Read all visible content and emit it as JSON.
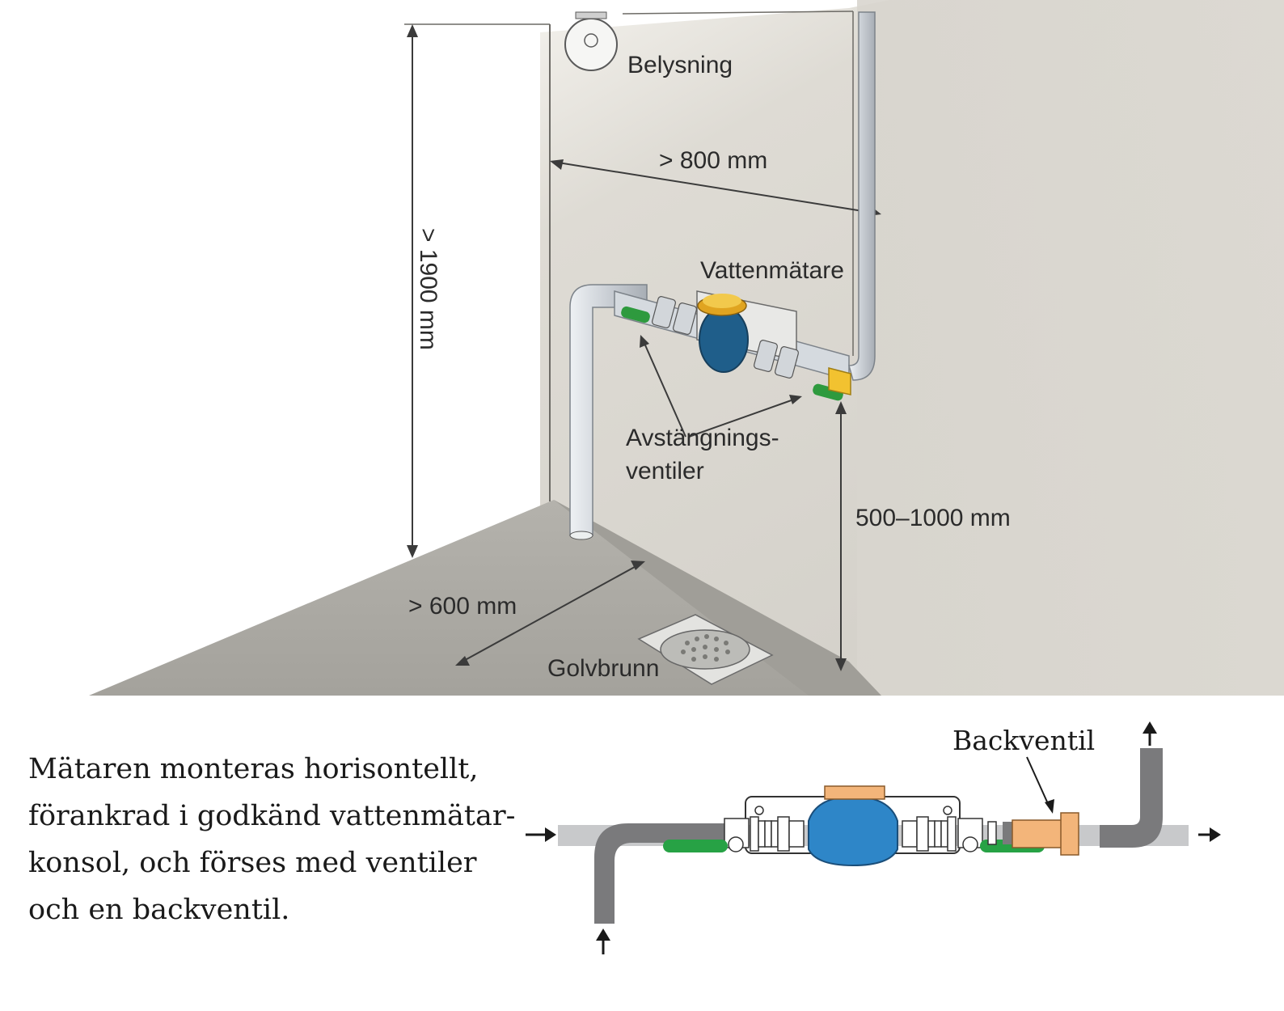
{
  "illustration": {
    "labels": {
      "lighting": "Belysning",
      "width": "> 800 mm",
      "height": "> 1900 mm",
      "meter": "Vattenmätare",
      "valves_line1": "Avstängnings-",
      "valves_line2": "ventiler",
      "mount_height": "500–1000 mm",
      "depth": "> 600 mm",
      "drain": "Golvbrunn"
    },
    "colors": {
      "wall": "#d9d6cf",
      "floor": "#a9a7a1",
      "pipe": "#d8dde2",
      "valve_handle": "#2e9a3e",
      "meter_body": "#1f5e8a",
      "backflow_valve": "#f2c230"
    }
  },
  "caption": {
    "lines": [
      "Mätaren monteras horisontellt,",
      "förankrad i godkänd vattenmätar-",
      "konsol, och förses med ventiler",
      "och en backventil."
    ]
  },
  "schematic": {
    "label": "Backventil",
    "colors": {
      "pipe_dark": "#7a7a7c",
      "pipe_light": "#c8c9cb",
      "meter": "#2e86c8",
      "valve_handle": "#27a245",
      "backflow": "#f3b57a",
      "register": "#f3b57a"
    }
  }
}
